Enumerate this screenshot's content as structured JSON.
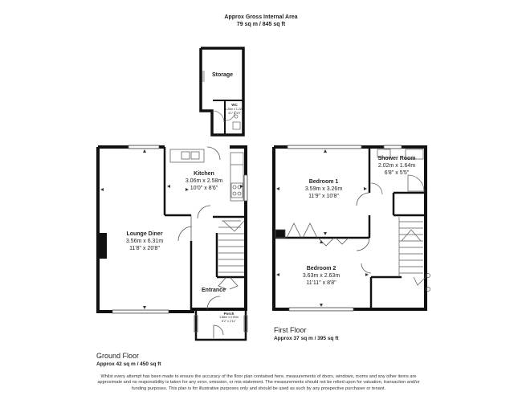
{
  "header": {
    "title": "Approx Gross Internal Area",
    "area": "79 sq m / 845 sq ft"
  },
  "ground_floor": {
    "title": "Ground Floor",
    "area": "Approx 42 sq m / 450 sq ft",
    "rooms": {
      "storage": {
        "name": "Storage"
      },
      "wc": {
        "name": "WC",
        "dims_m": "1.25m x 1.22m",
        "dims_ft": "4'1\" x 4'0\""
      },
      "kitchen": {
        "name": "Kitchen",
        "dims_m": "3.06m x 2.58m",
        "dims_ft": "10'0\" x 8'6\""
      },
      "lounge": {
        "name": "Lounge Diner",
        "dims_m": "3.56m x 6.31m",
        "dims_ft": "11'8\" x 20'8\""
      },
      "entrance": {
        "name": "Entrance"
      },
      "porch": {
        "name": "Porch",
        "dims_m": "1.88m x 0.90m",
        "dims_ft": "6'2\" x 2'11\""
      }
    }
  },
  "first_floor": {
    "title": "First Floor",
    "area": "Approx 37 sq m / 395 sq ft",
    "rooms": {
      "bedroom1": {
        "name": "Bedroom 1",
        "dims_m": "3.59m x 3.26m",
        "dims_ft": "11'9\" x 10'8\""
      },
      "shower": {
        "name": "Shower Room",
        "dims_m": "2.02m x 1.64m",
        "dims_ft": "6'8\" x 5'5\""
      },
      "bedroom2": {
        "name": "Bedroom 2",
        "dims_m": "3.63m x 2.63m",
        "dims_ft": "11'11\" x 8'8\""
      }
    }
  },
  "disclaimer": "Whilst every attempt has been made to ensure the accuracy of the floor plan contained here, measurements of doors, windows, rooms and any other items are approximate and no responsibility is taken for any error, omission, or mis-statement. The measurements should not be relied upon for valuation, transaction and/or funding purposes. This plan is for illustrative purposes only and should be used as such by any prospective purchaser or tenant.",
  "colors": {
    "wall": "#111111",
    "line": "#555555",
    "light": "#bbbbbb"
  }
}
